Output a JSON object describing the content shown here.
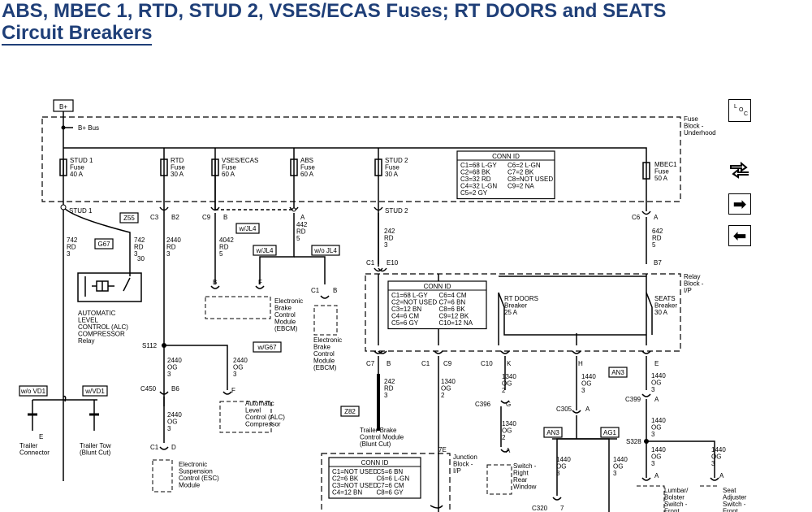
{
  "page": {
    "title_line1": "ABS, MBEC 1, RTD, STUD 2, VSES/ECAS Fuses; RT DOORS and SEATS",
    "title_line2": "Circuit Breakers",
    "title_color": "#1f3f78"
  },
  "nav": {
    "loc_l": "L",
    "loc_o": "O",
    "loc_c": "C",
    "icons": [
      "loc-icon",
      "swap-icon",
      "arrow-right-icon",
      "arrow-left-icon"
    ],
    "arrow_right": "➡",
    "arrow_left": "⬅"
  },
  "diagram": {
    "bplus": "B+",
    "bplus_bus": "B+ Bus",
    "fuse_block": [
      "Fuse",
      "Block -",
      "Underhood"
    ],
    "relay_block": [
      "Relay",
      "Block -",
      "I/P"
    ],
    "junction_block": [
      "Junction",
      "Block -",
      "I/P"
    ],
    "fuses": [
      {
        "lines": [
          "STUD 1",
          "Fuse",
          "40 A"
        ]
      },
      {
        "lines": [
          "RTD",
          "Fuse",
          "30 A"
        ]
      },
      {
        "lines": [
          "VSES/ECAS",
          "Fuse",
          "60 A"
        ]
      },
      {
        "lines": [
          "ABS",
          "Fuse",
          "60 A"
        ]
      },
      {
        "lines": [
          "STUD 2",
          "Fuse",
          "30 A"
        ]
      },
      {
        "lines": [
          "MBEC1",
          "Fuse",
          "50 A"
        ]
      }
    ],
    "conn_id_top": {
      "head": "CONN ID",
      "col1": [
        "C1=68 L-GY",
        "C2=68 BK",
        "C3=32 RD",
        "C4=32 L-GN",
        "C5=2 GY"
      ],
      "col2": [
        "C6=2 L-GN",
        "C7=2 BK",
        "C8=NOT USED",
        "C9=2 NA"
      ]
    },
    "conn_id_mid": {
      "head": "CONN ID",
      "col1": [
        "C1=68 L-GY",
        "C2=NOT USED",
        "C3=12 BN",
        "C4=6 CM",
        "C5=6 GY"
      ],
      "col2": [
        "C6=4 CM",
        "C7=6 BN",
        "C8=6 BK",
        "C9=12 BK",
        "C10=12 NA"
      ]
    },
    "conn_id_bot": {
      "head": "CONN ID",
      "col1": [
        "C1=NOT USED",
        "C2=6 BK",
        "C3=NOT USED",
        "C4=12 BN"
      ],
      "col2": [
        "C5=6 BN",
        "C6=6 L-GN",
        "C7=6 CM",
        "C8=6 GY"
      ]
    },
    "labels": {
      "stud1": "STUD 1",
      "stud2": "STUD 2",
      "z55": "Z55",
      "g67": "G67",
      "wjl4_a": "w/JL4",
      "wjl4_b": "w/JL4",
      "wojl4": "w/o JL4",
      "c3": "C3",
      "b2": "B2",
      "c9a": "C9",
      "b": "B",
      "c6": "C6",
      "a": "A",
      "w742": [
        "742",
        "RD",
        "3"
      ],
      "w742b": [
        "742",
        "RD",
        "3"
      ],
      "thirty": "30",
      "w2440a": [
        "2440",
        "RD",
        "3"
      ],
      "w4042": [
        "4042",
        "RD",
        "5"
      ],
      "w442": [
        "442",
        "RD",
        "5"
      ],
      "w242a": [
        "242",
        "RD",
        "3"
      ],
      "w642": [
        "642",
        "RD",
        "5"
      ],
      "alc_relay": [
        "AUTOMATIC",
        "LEVEL",
        "CONTROL (ALC)",
        "COMPRESSOR",
        "Relay"
      ],
      "ebcm1": [
        "Electronic",
        "Brake",
        "Control",
        "Module",
        "(EBCM)"
      ],
      "ebcm2": [
        "Electronic",
        "Brake",
        "Control",
        "Module",
        "(EBCM)"
      ],
      "c1a": "C1",
      "e10": "E10",
      "b7": "B7",
      "c1b": "C1",
      "bb": "B",
      "ba": "B",
      "f": "F",
      "s112": "S112",
      "wg67": "w/G67",
      "w2440b": [
        "2440",
        "OG",
        "3"
      ],
      "w2440c": [
        "2440",
        "OG",
        "3"
      ],
      "w2440d": [
        "2440",
        "OG",
        "3"
      ],
      "c450": "C450",
      "b6": "B6",
      "c1c": "C1",
      "d": "D",
      "f2": "F",
      "esc": [
        "Electronic",
        "Suspension",
        "Control (ESC)",
        "Module"
      ],
      "alc_comp": [
        "Automatic",
        "Level",
        "Control (ALC)",
        "Compressor"
      ],
      "wovd1": "w/o VD1",
      "wvd1": "w/VD1",
      "e": "E",
      "trailer_conn": [
        "Trailer",
        "Connector"
      ],
      "trailer_tow": [
        "Trailer Tow",
        "(Blunt Cut)"
      ],
      "rt_doors": [
        "RT DOORS",
        "Breaker",
        "25 A"
      ],
      "seats": [
        "SEATS",
        "Breaker",
        "30 A"
      ],
      "c7": "C7",
      "b3": "B",
      "c1d": "C1",
      "c9b": "C9",
      "c10": "C10",
      "k": "K",
      "h": "H",
      "e2": "E",
      "w242b": [
        "242",
        "RD",
        "3"
      ],
      "z82": "Z82",
      "trailer_brake": [
        "Trailer Brake",
        "Control Module",
        "(Blunt Cut)"
      ],
      "w1340a": [
        "1340",
        "OG",
        "2"
      ],
      "w1340b": [
        "1340",
        "OG",
        "2"
      ],
      "w1340c": [
        "1340",
        "OG",
        "2"
      ],
      "c396": "C396",
      "g": "G",
      "a2": "A",
      "switch_rr": [
        "Switch -",
        "Right",
        "Rear",
        "Window"
      ],
      "w1440a": [
        "1440",
        "OG",
        "3"
      ],
      "w1440b": [
        "1440",
        "OG",
        "3"
      ],
      "w1440c": [
        "1440",
        "OG",
        "3"
      ],
      "w1440d": [
        "1440",
        "OG",
        "3"
      ],
      "w1440e": [
        "1440",
        "OG",
        "3"
      ],
      "w1440f": [
        "1440",
        "OG",
        "3"
      ],
      "c305": "C305",
      "a3": "A",
      "an3a": "AN3",
      "an3b": "AN3",
      "ag1": "AG1",
      "c399": "C399",
      "a4": "A",
      "s328": "S328",
      "a5": "A",
      "a6": "A",
      "lumbar": [
        "Lumbar/",
        "Bolster",
        "Switch -",
        "Front"
      ],
      "seat_adj": [
        "Seat",
        "Adjuster",
        "Switch -",
        "Front"
      ],
      "c320": "C320",
      "seven": "7",
      "seven_e": "7E"
    }
  }
}
